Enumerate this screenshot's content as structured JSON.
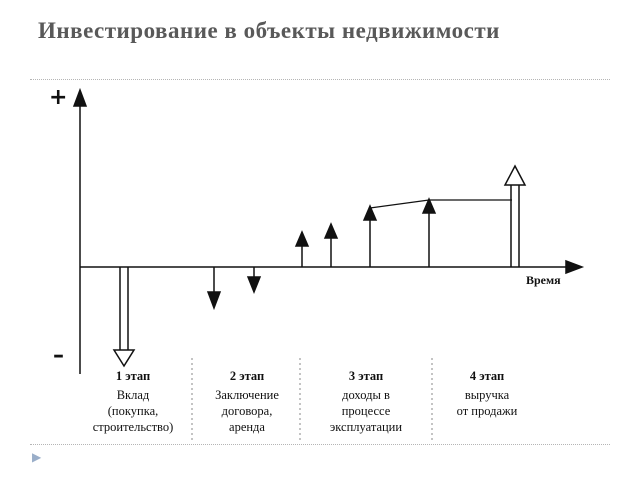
{
  "title": "Инвестирование в объекты недвижимости",
  "axis": {
    "plus": "+",
    "minus": "–",
    "time_label": "Время"
  },
  "stages": [
    {
      "title": "1 этап",
      "desc": "Вклад\n(покупка,\nстроительство)"
    },
    {
      "title": "2 этап",
      "desc": "Заключение\nдоговора,\nаренда"
    },
    {
      "title": "3 этап",
      "desc": "доходы в\nпроцессе\nэксплуатации"
    },
    {
      "title": "4 этап",
      "desc": "выручка\nот продажи"
    }
  ]
}
